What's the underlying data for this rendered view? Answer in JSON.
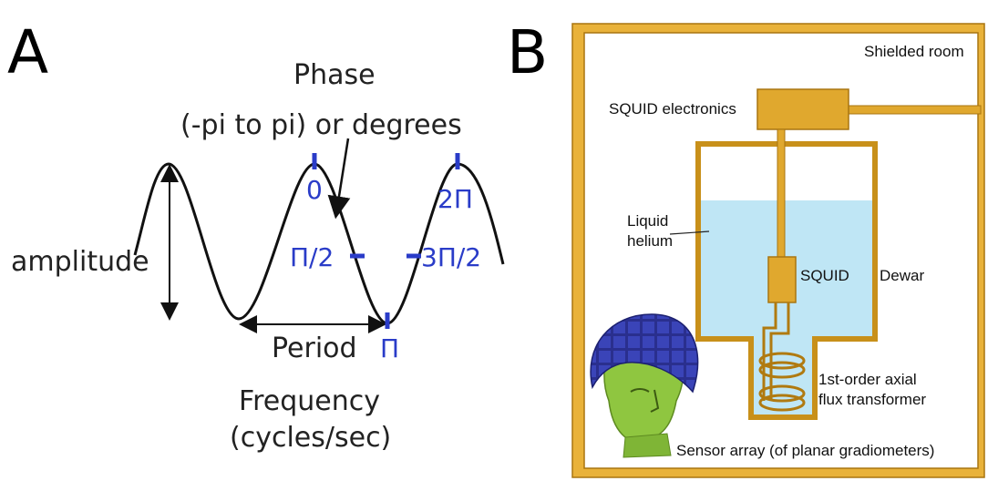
{
  "panel_a": {
    "letter": "A",
    "phase_title": "Phase",
    "phase_range": "(-pi to pi) or degrees",
    "amplitude": "amplitude",
    "period": "Period",
    "frequency": "Frequency",
    "frequency_unit": "(cycles/sec)",
    "phase_marks": [
      "0",
      "Π/2",
      "Π",
      "3Π/2",
      "2Π"
    ]
  },
  "panel_b": {
    "letter": "B",
    "shielded_room": "Shielded room",
    "squid_electronics": "SQUID electronics",
    "liquid_helium_line1": "Liquid",
    "liquid_helium_line2": "helium",
    "squid": "SQUID",
    "dewar": "Dewar",
    "flux_transformer_line1": "1st-order axial",
    "flux_transformer_line2": "flux transformer",
    "sensor_array": "Sensor array (of planar gradiometers)"
  },
  "colors": {
    "wave": "#111111",
    "phase_marks": "#2a3cc8",
    "gold": "#e0a82e",
    "gold_dark": "#b07a10",
    "helium": "#bfe6f5",
    "helmet": "#2a2f8e",
    "face": "#8fc640"
  }
}
